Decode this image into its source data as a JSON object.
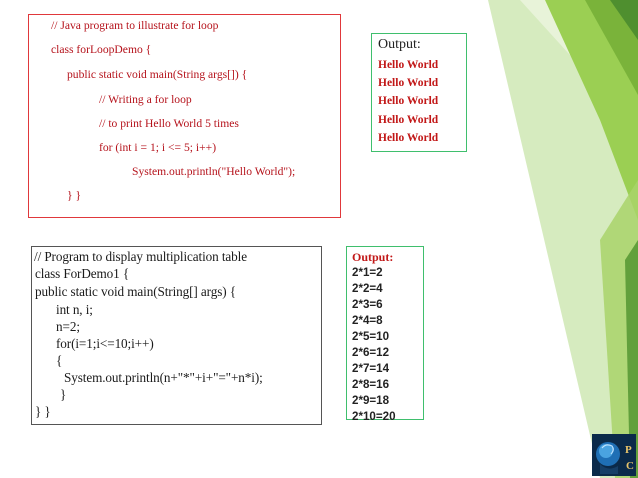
{
  "slide": {
    "code_for_loop": {
      "lines": [
        "// Java program to illustrate for loop",
        "class forLoopDemo {",
        "public static void main(String args[])   {",
        "// Writing a for loop",
        "// to print Hello World 5 times",
        "for (int i = 1; i <= 5; i++)",
        "System.out.println(\"Hello World\");",
        "}  }"
      ]
    },
    "output_for_loop": {
      "title": "Output:",
      "items": [
        "Hello World",
        "Hello World",
        "Hello World",
        "Hello World",
        "Hello World"
      ]
    },
    "code_multiplication": {
      "lines": [
        " // Program to display multiplication table",
        "class ForDemo1  {",
        "public static void main(String[] args) {",
        "int n, i;",
        "n=2;",
        "for(i=1;i<=10;i++)",
        "{",
        "System.out.println(n+\"*\"+i+\"=\"+n*i);",
        "}",
        "}  }"
      ]
    },
    "output_multiplication": {
      "title": "Output:",
      "items": [
        "2*1=2",
        "2*2=4",
        "2*3=6",
        "2*4=8",
        "2*5=10",
        "2*6=12",
        "2*7=14",
        "2*8=16",
        "2*9=18",
        "2*10=20"
      ]
    },
    "colors": {
      "code_red": "#b5121b",
      "box_red_border": "#e0383b",
      "green_border": "#3fbf6d",
      "accent_green": "#8cc63f",
      "dark_green": "#4f8f2f"
    },
    "logo_icon": "brain-logo-icon"
  }
}
